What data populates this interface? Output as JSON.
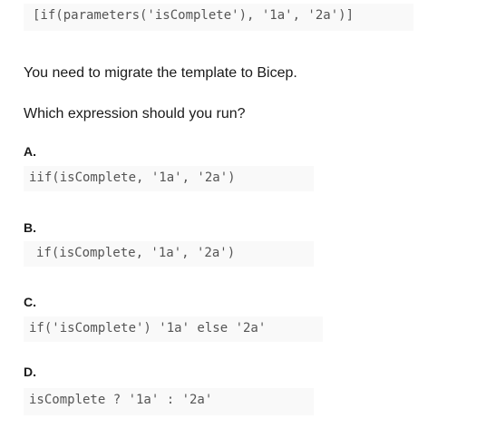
{
  "question": {
    "arm_expression": "[if(parameters('isComplete'), '1a', '2a')]",
    "instruction": "You need to migrate the template to Bicep.",
    "prompt": "Which expression should you run?"
  },
  "options": [
    {
      "letter": "A.",
      "code": "iif(isComplete, '1a', '2a')"
    },
    {
      "letter": "B.",
      "code": "if(isComplete, '1a', '2a')"
    },
    {
      "letter": "C.",
      "code": "if('isComplete') '1a' else '2a'"
    },
    {
      "letter": "D.",
      "code": "isComplete ? '1a' : '2a'"
    }
  ]
}
